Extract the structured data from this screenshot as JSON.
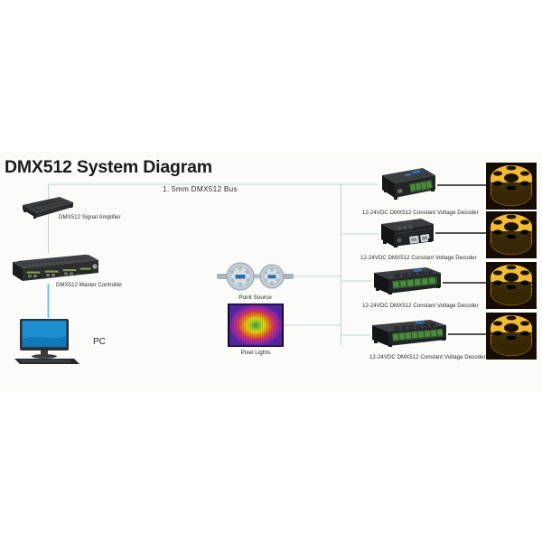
{
  "diagram": {
    "title": "DMX512 System Diagram",
    "bus_label": "1. 5mm  DMX512  Bus",
    "background": "#fbfbfa",
    "wire_colors": {
      "dmx_bus": "#bcd9c6",
      "pc_link": "#6ec6e8",
      "power_out": "#555555"
    }
  },
  "nodes": {
    "amplifier": {
      "label": "DMX512 Signal Amplifier",
      "type": "device"
    },
    "master_controller": {
      "label": "DMX512 Master Controller",
      "type": "device"
    },
    "pc": {
      "label": "PC",
      "type": "computer"
    },
    "point_source": {
      "label": "Point Source",
      "type": "fixture"
    },
    "pixel_lights": {
      "label": "Pixel Lights",
      "type": "fixture"
    }
  },
  "decoders": [
    {
      "label": "12-24VDC DMX512 Constant  Voltage Decoder",
      "channels": 4
    },
    {
      "label": "12-24VDC DMX512 Constant  Voltage Decoder",
      "channels": 2
    },
    {
      "label": "12-24VDC DMX512 Constant  Voltage Decoder",
      "channels": 6
    },
    {
      "label": "12-24VDC DMX512 Constant  Voltage Decoder",
      "channels": 8
    }
  ],
  "loads": [
    {
      "name": "led-strip-reel"
    },
    {
      "name": "led-strip-reel"
    },
    {
      "name": "led-strip-reel"
    },
    {
      "name": "led-strip-reel"
    }
  ]
}
